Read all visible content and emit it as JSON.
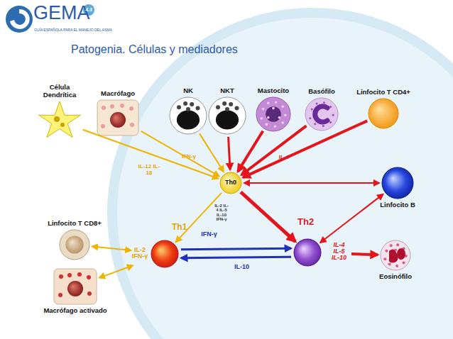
{
  "diagram": {
    "title": "Patogenia. Células y mediadores",
    "nodes": [
      {
        "text": [
          "Célula Dendrítica"
        ]
      },
      {
        "text": [
          "Macrófago"
        ]
      },
      {
        "text": [
          "NK"
        ]
      },
      {
        "text": [
          "NKT"
        ]
      },
      {
        "text": [
          "Mastocito"
        ]
      },
      {
        "text": [
          "Basófilo"
        ]
      },
      {
        "text": [
          "Linfocito T CD4+"
        ]
      },
      {
        "text": [
          "Th0"
        ]
      },
      {
        "text": [
          "Linfocito B"
        ]
      },
      {
        "text": [
          "Linfocito T CD8+"
        ]
      },
      {
        "text": [
          "Th1"
        ]
      },
      {
        "text": [
          "Th2"
        ]
      },
      {
        "text": [
          "Eosinófilo"
        ]
      },
      {
        "text": [
          "Macrófago activado"
        ]
      }
    ],
    "edges": [
      {
        "from": 0,
        "to": 7,
        "label": "IL-12 IL-18",
        "arrow": "to"
      },
      {
        "from": 1,
        "to": 7,
        "arrow": "to"
      },
      {
        "from": 2,
        "to": 7,
        "label": "IFN-γ",
        "arrow": "to"
      },
      {
        "from": 3,
        "to": 7,
        "arrow": "to"
      },
      {
        "from": 4,
        "to": 7,
        "arrow": "to"
      },
      {
        "from": 5,
        "to": 7,
        "label": "IL-4",
        "arrow": "to"
      },
      {
        "from": 6,
        "to": 7,
        "arrow": "to"
      },
      {
        "from": 7,
        "to": 8,
        "arrow": "both"
      },
      {
        "from": 7,
        "to": 10,
        "arrow": "to"
      },
      {
        "from": 7,
        "to": 11,
        "arrow": "to"
      },
      {
        "from": 11,
        "to": 8,
        "arrow": "both"
      },
      {
        "from": 10,
        "to": 11,
        "label": "IFN-γ",
        "arrow": "to"
      },
      {
        "from": 11,
        "to": 10,
        "label": "IL-10",
        "arrow": "to"
      },
      {
        "from": 11,
        "to": 12,
        "label": "IL-4 IL-5 IL-10",
        "arrow": "to"
      },
      {
        "from": 10,
        "to": 9,
        "arrow": "both"
      },
      {
        "from": 10,
        "to": 13,
        "arrow": "both"
      }
    ],
    "labels": [
      "GEMA",
      "4.3",
      "GUÍA ESPAÑOLA PARA EL MANEJO DEL ASMA",
      "IL-2 IL-4 IL-5 IL-10 IFN-γ",
      "IL-2 IFN-γ"
    ]
  }
}
